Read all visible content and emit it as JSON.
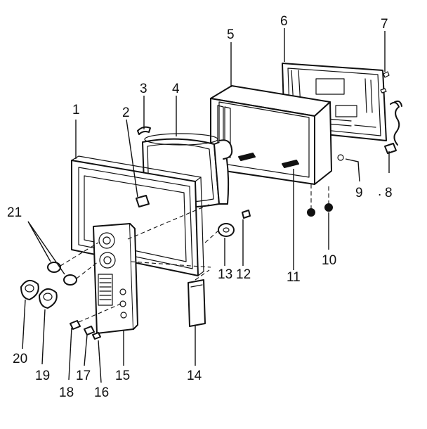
{
  "diagram": {
    "labels": [
      "1",
      "2",
      "3",
      "4",
      "5",
      "6",
      "7",
      "8",
      "9",
      "10",
      "11",
      "12",
      "13",
      "14",
      "15",
      "16",
      "17",
      "18",
      "19",
      "20",
      "21"
    ],
    "extra_marks": [
      "."
    ]
  }
}
